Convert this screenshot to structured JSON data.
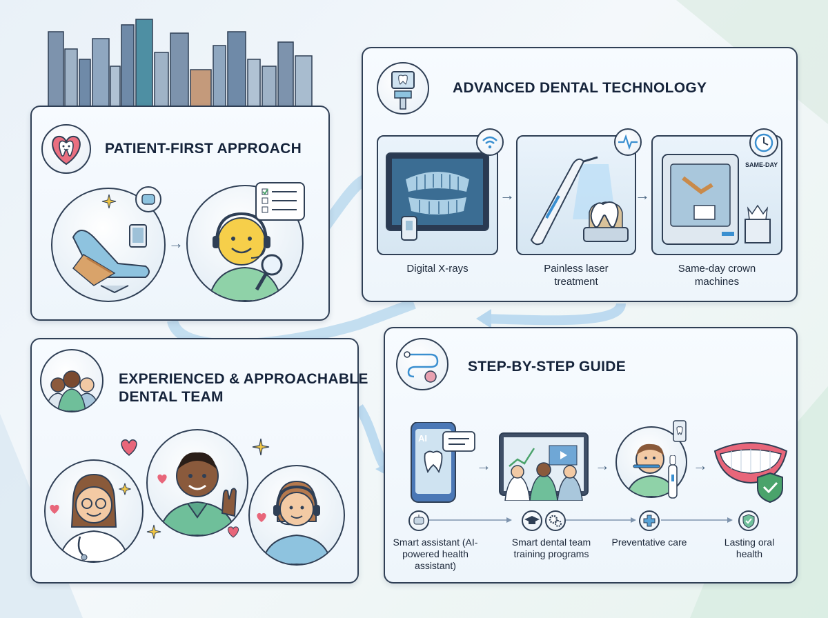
{
  "sections": {
    "patient_first": {
      "title": "PATIENT-FIRST APPROACH"
    },
    "technology": {
      "title": "ADVANCED DENTAL TECHNOLOGY",
      "items": [
        {
          "label": "Digital X-rays"
        },
        {
          "label": "Painless laser treatment"
        },
        {
          "label": "Same-day crown machines",
          "tag": "SAME-DAY"
        }
      ]
    },
    "team": {
      "title_line1": "EXPERIENCED & APPROACHABLE",
      "title_line2": "DENTAL TEAM"
    },
    "guide": {
      "title": "STEP-BY-STEP GUIDE",
      "phone_label": "AI",
      "steps": [
        {
          "label": "Smart assistant (AI-powered health assistant)"
        },
        {
          "label": "Smart dental team training programs"
        },
        {
          "label": "Preventative care"
        },
        {
          "label": "Lasting oral health"
        }
      ]
    }
  },
  "colors": {
    "outline": "#2f3f55",
    "accent_blue": "#5aa3d6",
    "scrub_green": "#6fbf9a",
    "heart": "#e8667a",
    "star": "#f2c744"
  },
  "icons": [
    "skyline-icon",
    "tooth-heart-icon",
    "dental-chair-icon",
    "smiley-headset-icon",
    "xray-icon",
    "laser-icon",
    "crown-machine-icon",
    "wifi-icon",
    "pulse-icon",
    "clock-icon",
    "team-icon",
    "flow-icon",
    "phone-ai-icon",
    "toothbrush-icon",
    "smile-shield-icon"
  ]
}
